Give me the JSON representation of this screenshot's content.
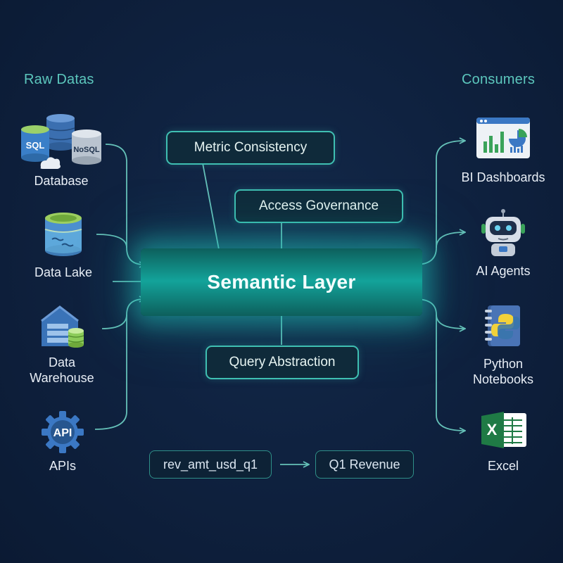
{
  "columns": {
    "left_title": "Raw Datas",
    "right_title": "Consumers"
  },
  "sources": [
    {
      "label": "Database",
      "icon": "database-icon",
      "sql": "SQL",
      "nosql": "NoSQL"
    },
    {
      "label": "Data Lake",
      "icon": "data-lake-icon"
    },
    {
      "label": "Data\nWarehouse",
      "icon": "data-warehouse-icon"
    },
    {
      "label": "APIs",
      "icon": "api-gear-icon",
      "badge": "API"
    }
  ],
  "consumers": [
    {
      "label": "BI Dashboards",
      "icon": "dashboard-icon"
    },
    {
      "label": "AI Agents",
      "icon": "robot-icon"
    },
    {
      "label": "Python\nNotebooks",
      "icon": "python-notebook-icon"
    },
    {
      "label": "Excel",
      "icon": "excel-icon",
      "badge": "X"
    }
  ],
  "center": {
    "title": "Semantic Layer",
    "features": {
      "metric_consistency": "Metric Consistency",
      "access_governance": "Access Governance",
      "query_abstraction": "Query Abstraction"
    }
  },
  "mapping_example": {
    "from": "rev_amt_usd_q1",
    "to": "Q1 Revenue"
  },
  "colors": {
    "background": "#0f2240",
    "accent": "#3fbfb2",
    "glow": "#13a39a",
    "text": "#e8eef6"
  }
}
